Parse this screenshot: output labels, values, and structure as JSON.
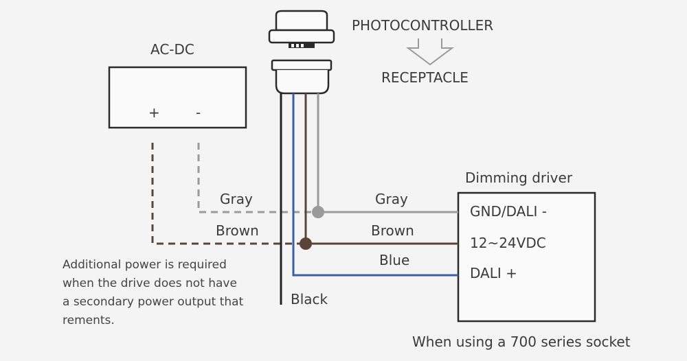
{
  "labels": {
    "photocontroller": "PHOTOCONTROLLER",
    "receptacle": "RECEPTACLE",
    "acdc": "AC-DC",
    "plus": "+",
    "minus": "-",
    "dimming_driver": "Dimming driver",
    "gnd_dali": "GND/DALI -",
    "vdc": "12~24VDC",
    "dali_plus": "DALI +",
    "gray_left": "Gray",
    "gray_right": "Gray",
    "brown_left": "Brown",
    "brown_right": "Brown",
    "blue": "Blue",
    "black": "Black",
    "footer": "When using a 700 series socket"
  },
  "note_lines": [
    "Additional power is required",
    "when the drive does not have",
    "a secondary power output that",
    "rements."
  ],
  "colors": {
    "gray_wire": "#9a9a9a",
    "brown_wire": "#5a4438",
    "blue_wire": "#3a5fa3",
    "black_wire": "#222222",
    "outline": "#2a2a2a",
    "arrow": "#9a9a9a",
    "background": "#f4f4f4"
  }
}
